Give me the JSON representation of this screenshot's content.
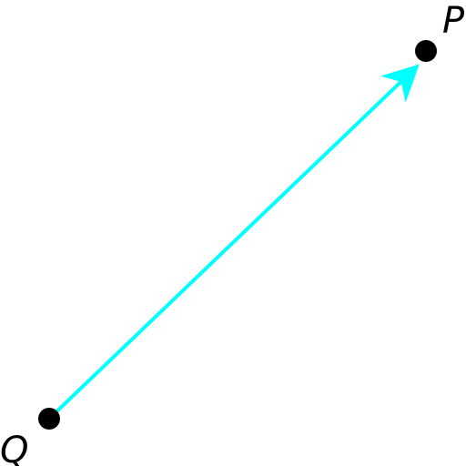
{
  "diagram": {
    "points": {
      "P": {
        "label": "P"
      },
      "Q": {
        "label": "Q"
      }
    },
    "vector": {
      "from": "Q",
      "to": "P",
      "color": "#00ffff"
    },
    "point_color": "#000000",
    "label_color": "#000000"
  }
}
